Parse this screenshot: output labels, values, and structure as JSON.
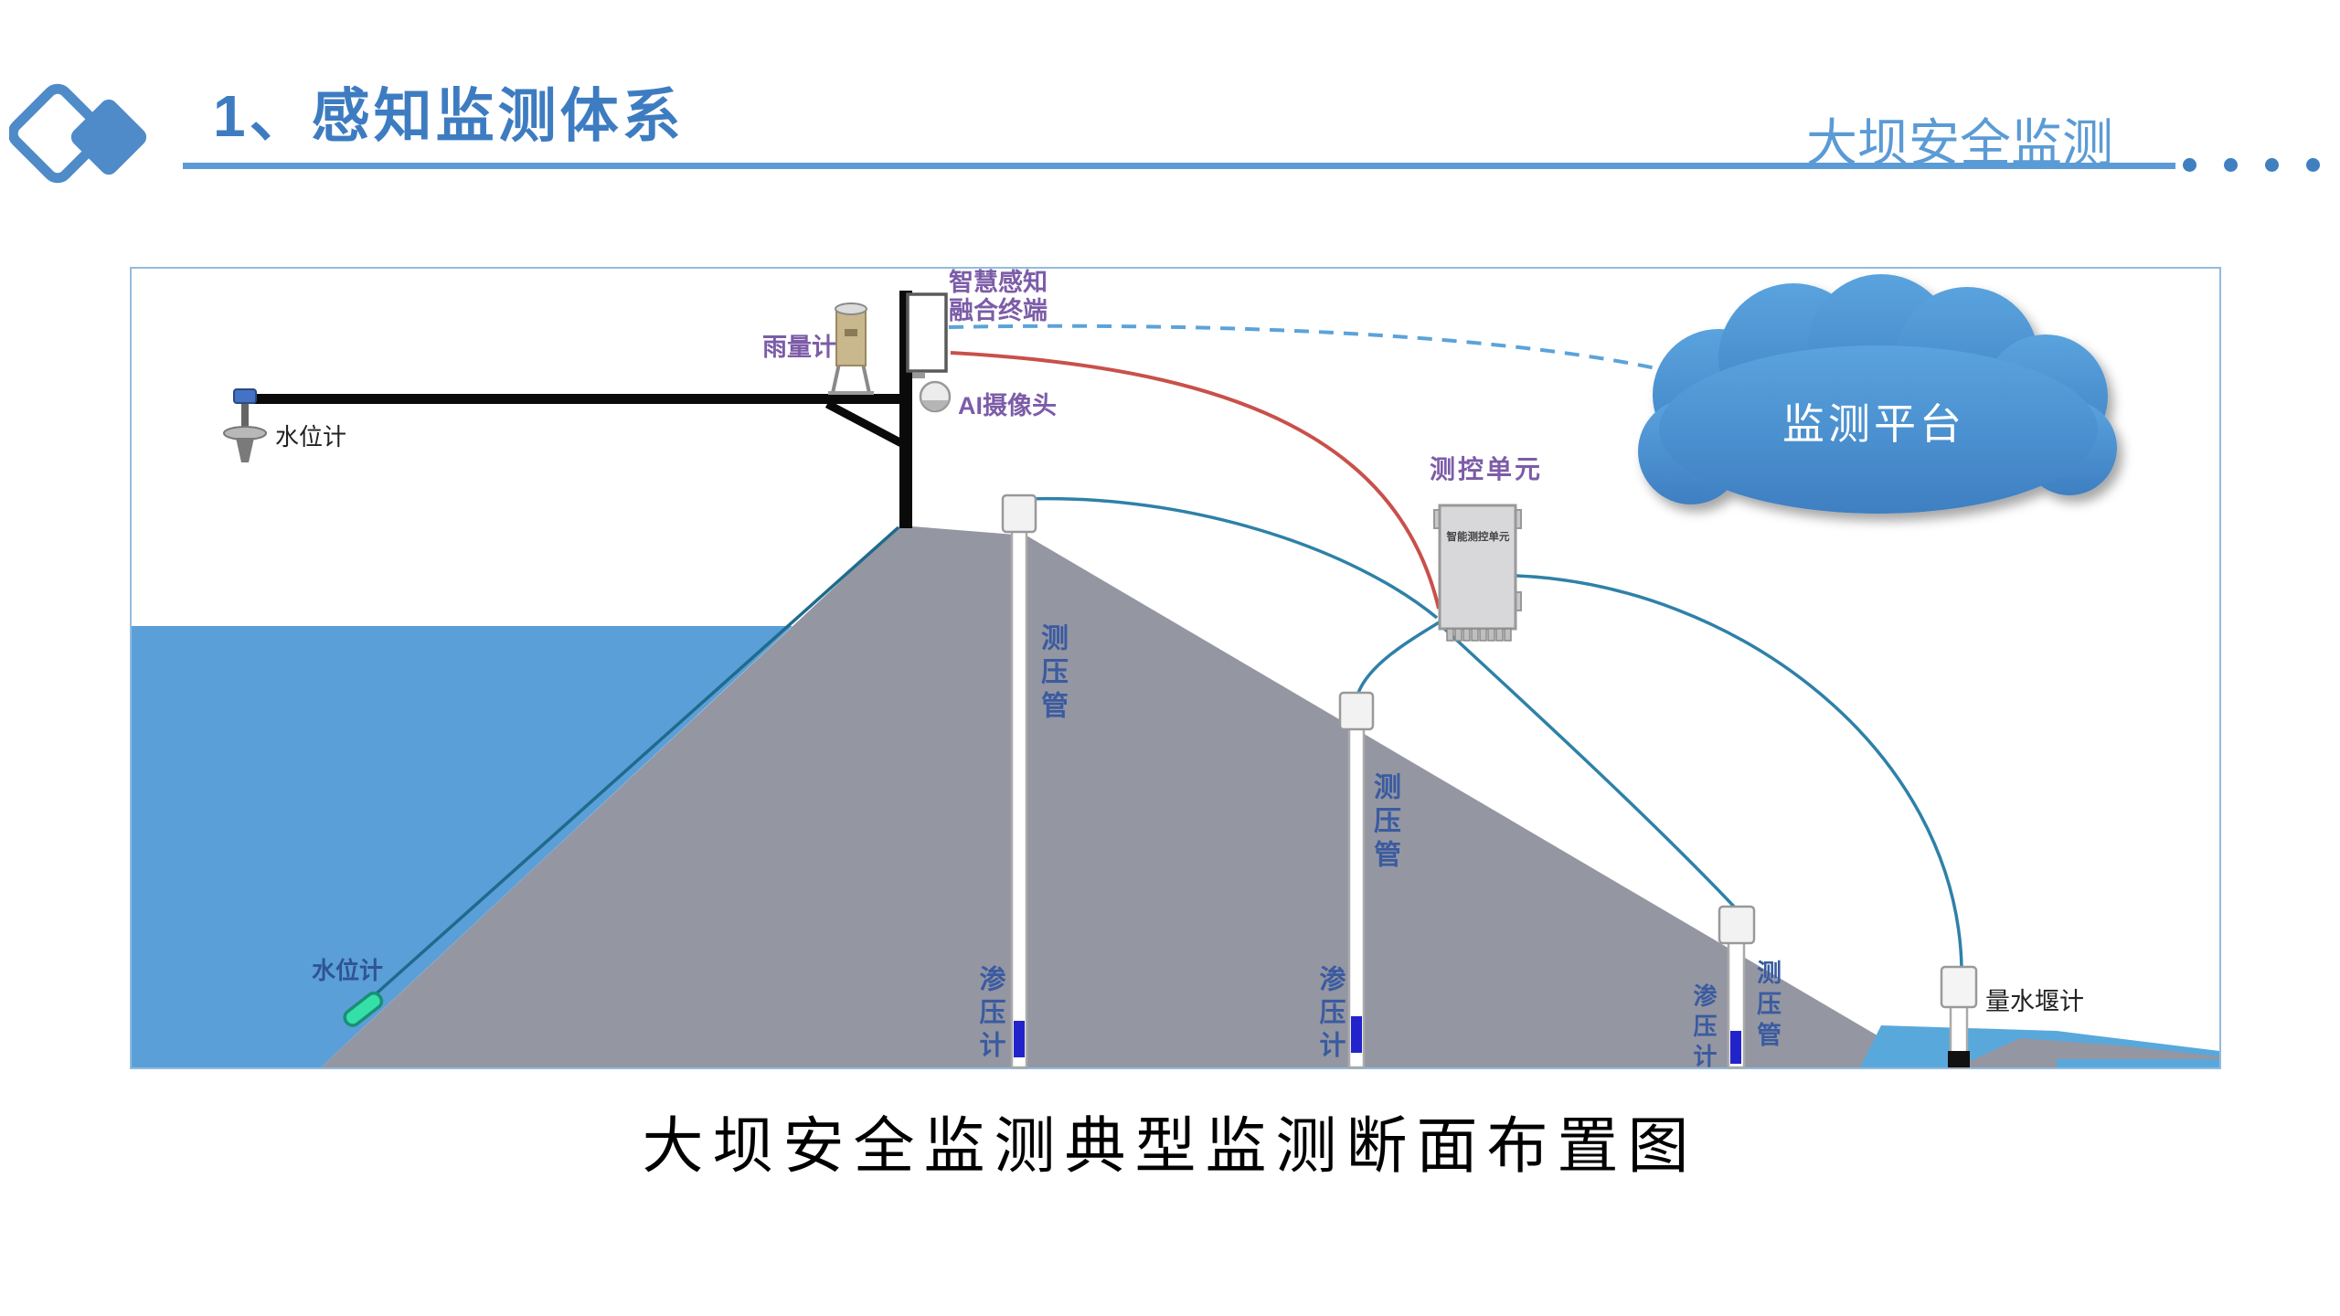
{
  "slide": {
    "title": "1、感知监测体系",
    "subtitle": "大坝安全监测",
    "caption": "大坝安全监测典型监测断面布置图"
  },
  "diagram": {
    "platform_label": "监测平台",
    "control_unit_label": "测控单元",
    "control_unit_box_text": "智能测控单元",
    "terminal_label_line1": "智慧感知",
    "terminal_label_line2": "融合终端",
    "rain_gauge_label": "雨量计",
    "ai_camera_label": "AI摄像头",
    "water_level_gauge_top_label": "水位计",
    "water_level_gauge_bottom_label": "水位计",
    "weir_gauge_label": "量水堰计",
    "pipes": [
      {
        "tube_label": "测压管",
        "sensor_label": "渗压计"
      },
      {
        "tube_label": "测压管",
        "sensor_label": "渗压计"
      },
      {
        "tube_label": "测压管",
        "sensor_label": "渗压计"
      }
    ]
  },
  "colors": {
    "title_blue": "#3E7CC1",
    "accent_blue": "#5B9BD5",
    "label_purple": "#7C5CA8",
    "label_navy": "#3A5BA0",
    "water_blue": "#5B9FD8",
    "tailwater_blue": "#58A8DC",
    "dam_gray": "#9496A2",
    "cloud_blue": "#4E95D5",
    "cable_red": "#C9504A",
    "cable_teal": "#2E81A8",
    "dashed_cable_blue": "#5BA3D9",
    "piezometer_blue": "#2323CC",
    "sensor_teal": "#35E0A8"
  }
}
